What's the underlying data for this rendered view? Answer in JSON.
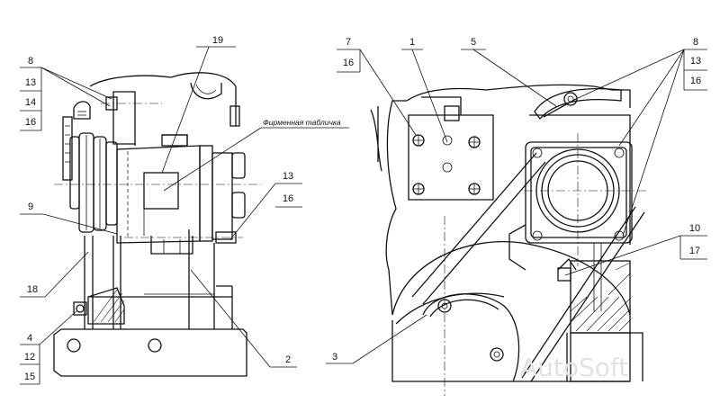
{
  "nameplate_label": "Фирменная табличка",
  "watermark": "AutoSoft",
  "left_view": {
    "stack_top": [
      "8",
      "13",
      "14",
      "16"
    ],
    "stack_bottom": [
      "4",
      "12",
      "15"
    ],
    "stack_right": [
      "13",
      "16"
    ],
    "callout_9": "9",
    "callout_18": "18",
    "callout_19": "19",
    "callout_2": "2"
  },
  "right_view": {
    "stack_7": [
      "7",
      "16"
    ],
    "callout_1": "1",
    "callout_5": "5",
    "stack_8": [
      "8",
      "13",
      "16"
    ],
    "stack_10": [
      "10",
      "17"
    ],
    "callout_3": "3"
  }
}
